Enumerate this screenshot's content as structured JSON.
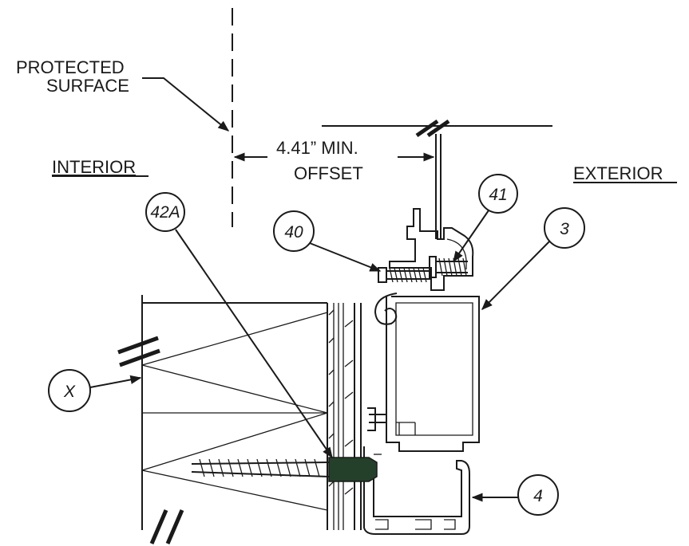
{
  "labels": {
    "protected_line1": "PROTECTED",
    "protected_line2": "SURFACE",
    "interior": "INTERIOR",
    "exterior": "EXTERIOR",
    "offset_line1": "4.41” MIN.",
    "offset_line2": "OFFSET"
  },
  "callouts": {
    "c42a": "42A",
    "c40": "40",
    "c41": "41",
    "c3": "3",
    "cx": "X",
    "c4": "4"
  },
  "colors": {
    "line": "#1a1a1a",
    "fastener": "#24402a",
    "background": "#ffffff"
  }
}
